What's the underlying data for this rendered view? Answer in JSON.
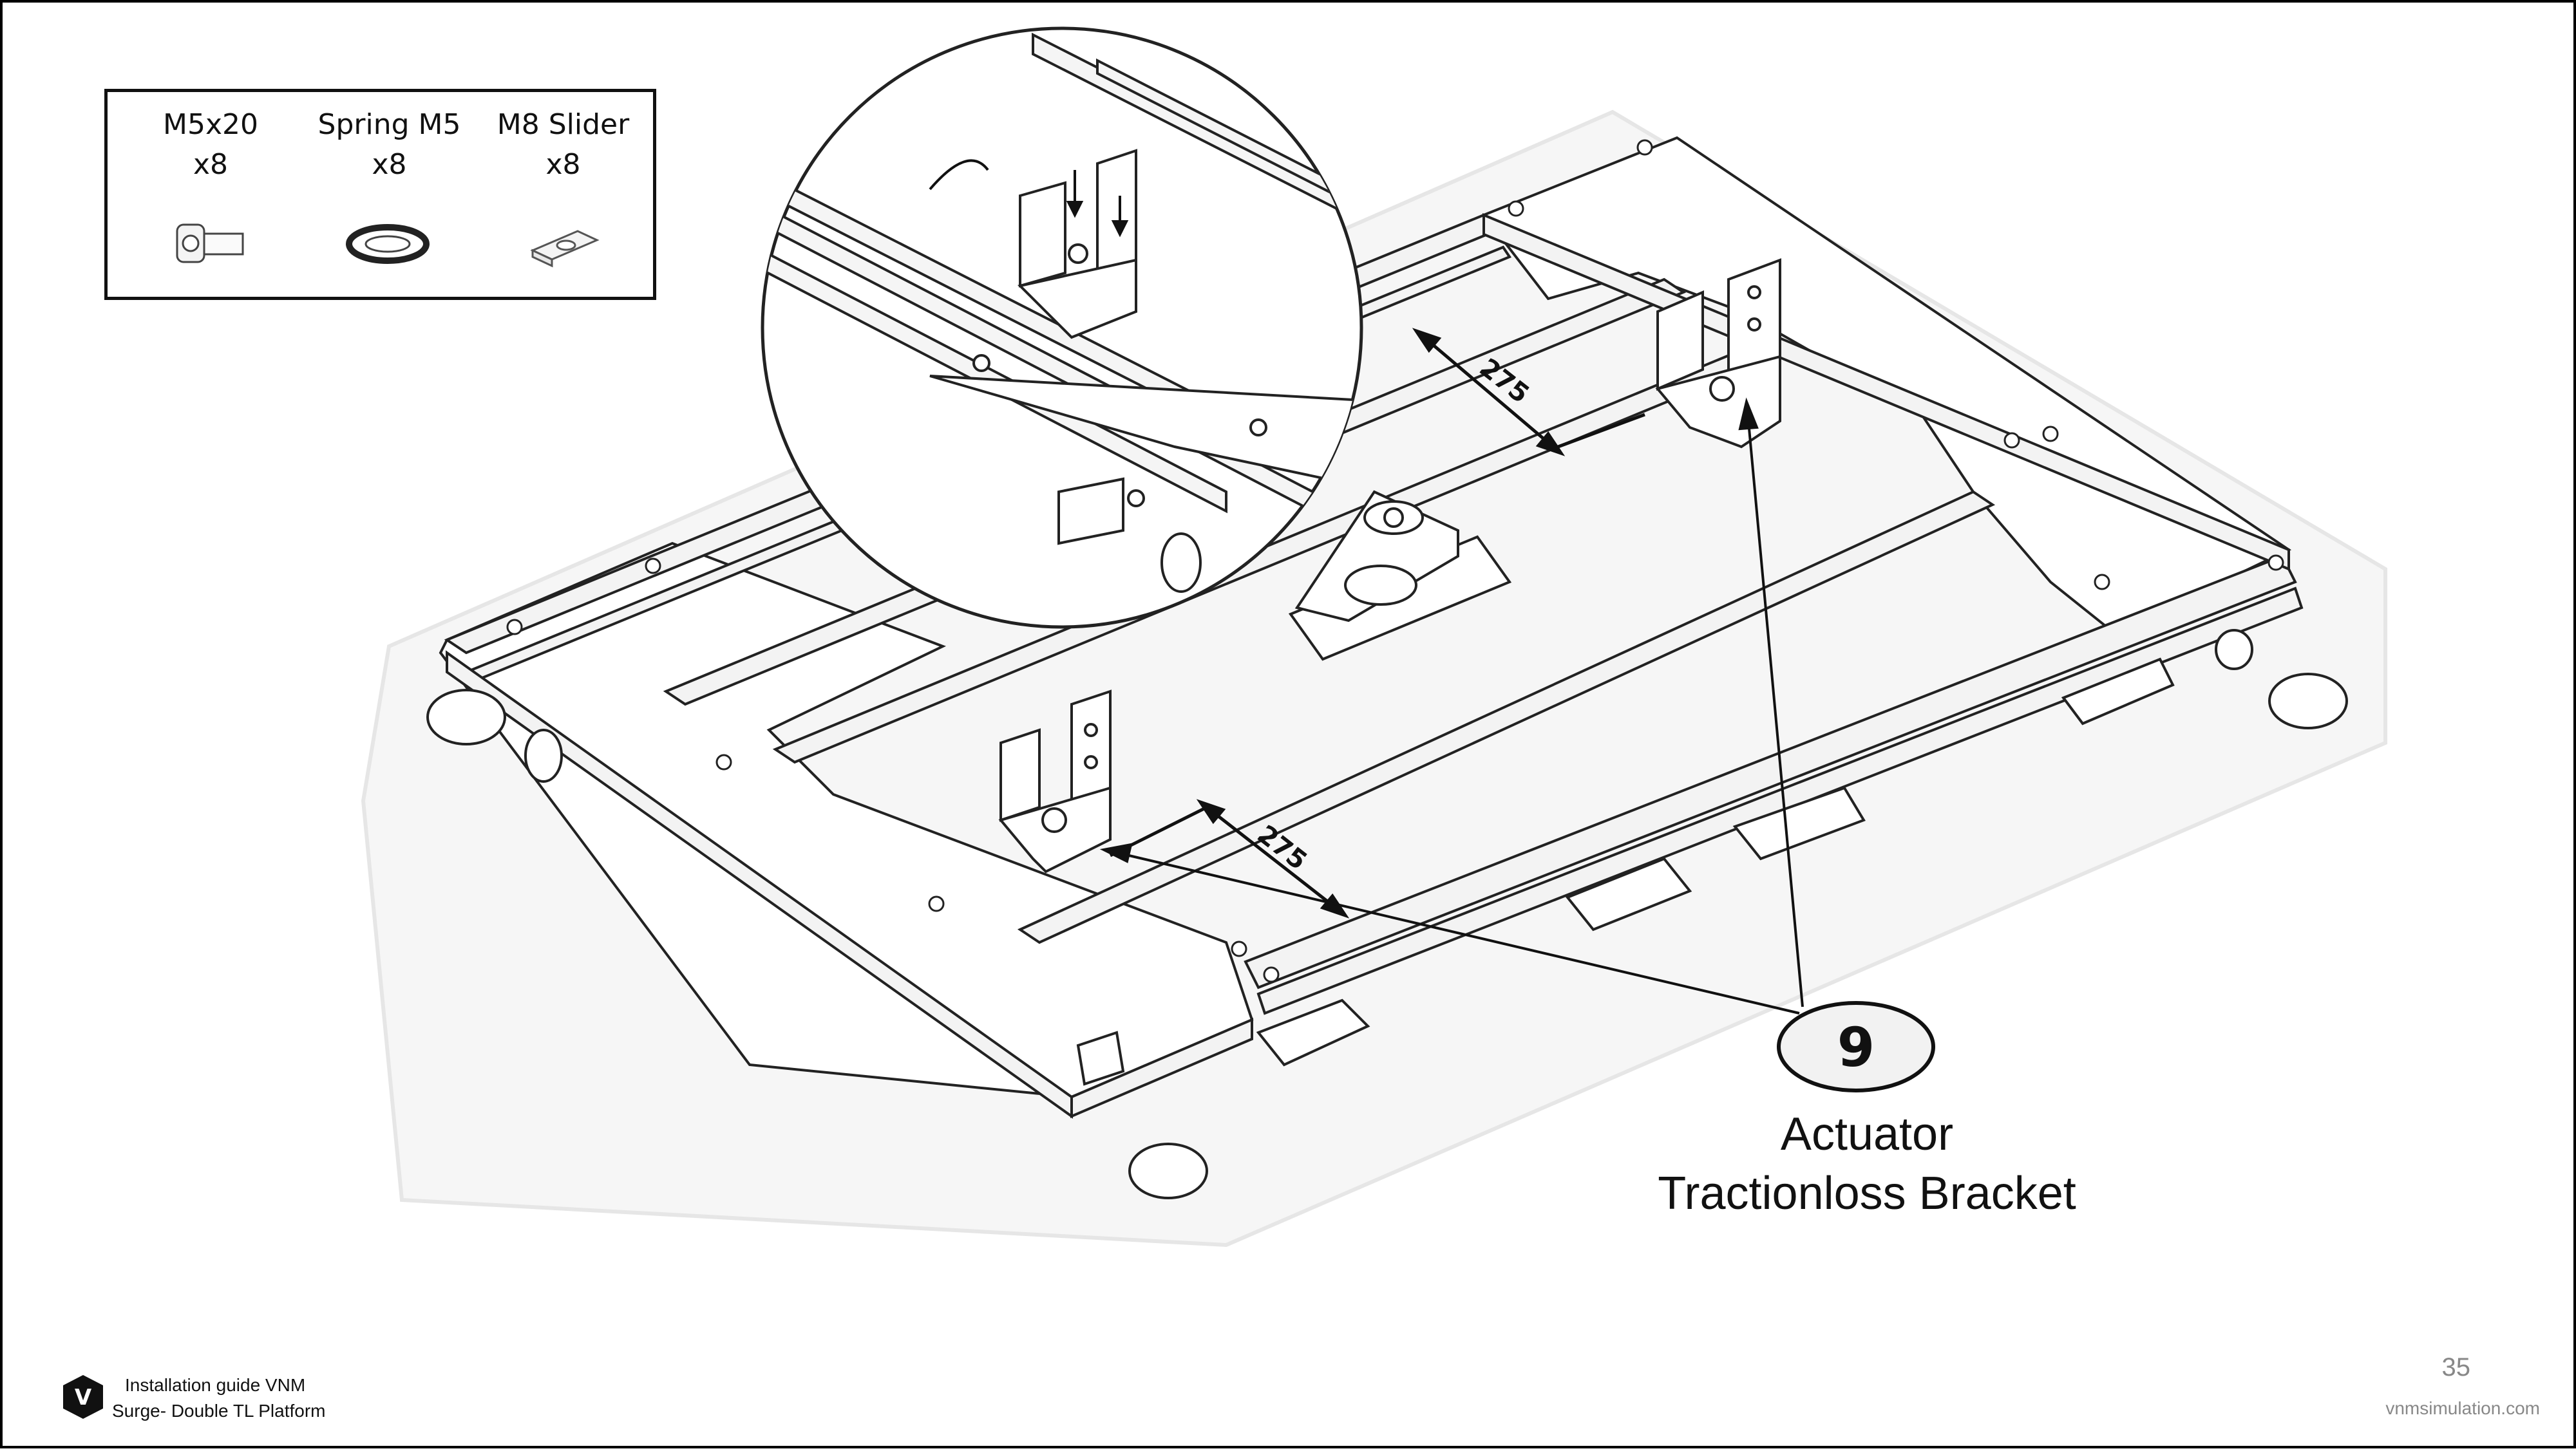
{
  "parts": [
    {
      "name": "M5x20",
      "qty": "x8",
      "icon": "bolt-icon"
    },
    {
      "name": "Spring M5",
      "qty": "x8",
      "icon": "spring-washer-icon"
    },
    {
      "name": "M8 Slider",
      "qty": "x8",
      "icon": "slider-nut-icon"
    }
  ],
  "dimensions": {
    "upper": "275",
    "lower": "275"
  },
  "callout": {
    "number": "9",
    "label_line1": "Actuator",
    "label_line2": "Tractionloss Bracket"
  },
  "footer": {
    "line1": "Installation guide VNM",
    "line2": "Surge- Double TL Platform",
    "logo_letter": "V"
  },
  "page_number": "35",
  "website": "vnmsimulation.com"
}
